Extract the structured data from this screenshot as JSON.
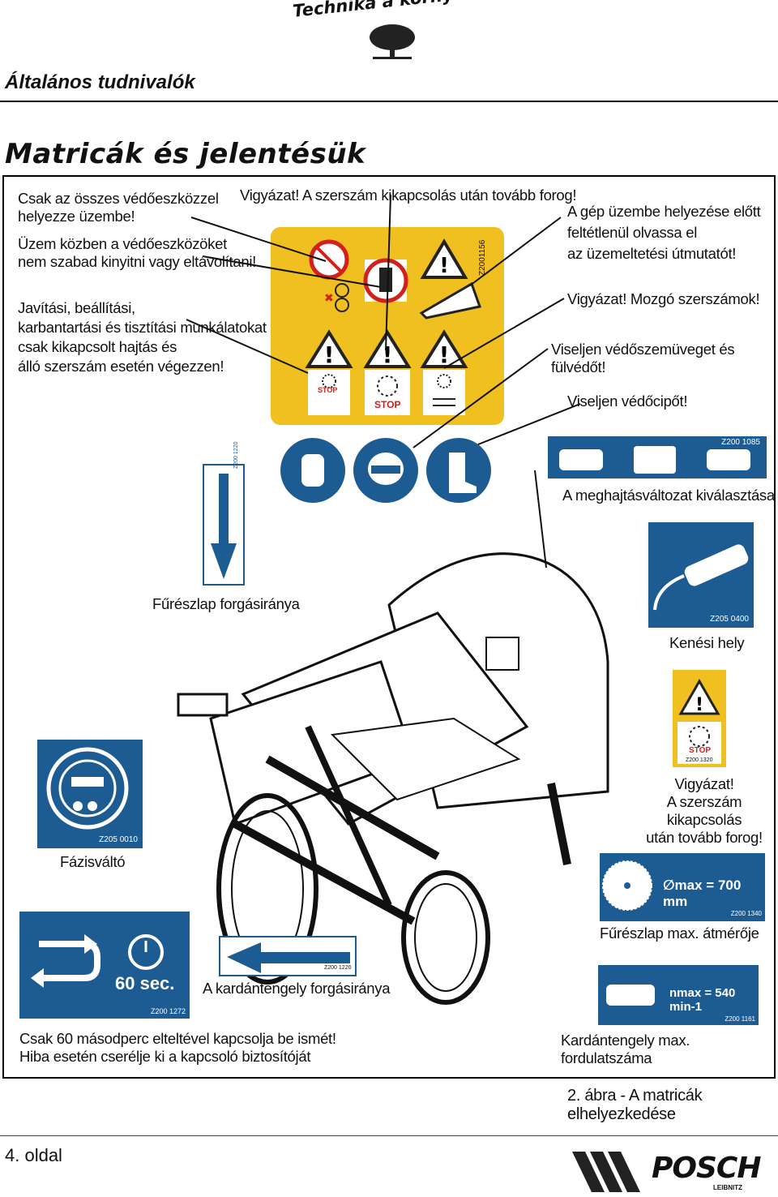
{
  "header": {
    "brand_tagline": "Technika a környezetünkért",
    "section": "Általános tudnivalók",
    "title": "Matricák és jelentésük"
  },
  "left_texts": {
    "protective_devices_1": "Csak az összes védőeszközzel",
    "protective_devices_2": "helyezze üzembe!",
    "no_open_1": "Üzem közben a védőeszközöket",
    "no_open_2": "nem szabad kinyitni vagy eltávolítani!",
    "repair_1": "Javítási, beállítási,",
    "repair_2": "karbantartási és tisztítási munkálatokat",
    "repair_3": "csak kikapcsolt hajtás és",
    "repair_4": "álló szerszám esetén végezzen!"
  },
  "top_center": {
    "warning_rotate": "Vigyázat! A szerszám kikapcsolás után tovább forog!",
    "sticker_code": "Z2001156",
    "stop_small": "STOP",
    "stop_big": "STOP"
  },
  "right_texts": {
    "manual_1": "A gép üzembe helyezése előtt",
    "manual_2": "feltétlenül olvassa el",
    "manual_3": "az üzemeltetési útmutatót!",
    "moving_tools": "Vigyázat! Mozgó szerszámok!",
    "goggles": "Viseljen védőszemüveget és fülvédőt!",
    "shoes": "Viseljen védőcipőt!"
  },
  "drive_sticker": {
    "code": "Z200 1085",
    "label": "A meghajtásváltozat kiválasztása"
  },
  "blade_direction": {
    "code": "Z200 1220",
    "label": "Fűrészlap forgásiránya"
  },
  "lubrication": {
    "code": "Z205 0400",
    "label": "Kenési hely"
  },
  "stop_sticker": {
    "stop": "STOP",
    "code": "Z200 1320",
    "label_1": "Vigyázat!",
    "label_2": "A szerszám kikapcsolás",
    "label_3": "után tovább forog!"
  },
  "phase_switch": {
    "code": "Z205 0010",
    "label": "Fázisváltó"
  },
  "blade_max": {
    "text": "∅max = 700 mm",
    "code": "Z200 1340",
    "label": "Fűrészlap max. átmérője"
  },
  "restart_sticker": {
    "time": "60 sec.",
    "code": "Z200 1272",
    "label_1": "Csak 60 másodperc elteltével kapcsolja be ismét!",
    "label_2": "Hiba esetén cserélje ki a kapcsoló biztosítóját"
  },
  "cardan_direction": {
    "code": "Z200 1220",
    "label": "A kardántengely forgásiránya"
  },
  "cardan_max": {
    "text": "nmax = 540 min-1",
    "code": "Z200 1161",
    "label": "Kardántengely max. fordulatszáma"
  },
  "figure_caption": "2. ábra - A matricák elhelyezkedése",
  "page_number": "4. oldal",
  "logo": {
    "brand": "POSCH",
    "sub": "LEIBNITZ"
  },
  "colors": {
    "sticker_yellow": "#f0c020",
    "sticker_blue": "#1d5b93",
    "stop_red": "#d2201a"
  }
}
